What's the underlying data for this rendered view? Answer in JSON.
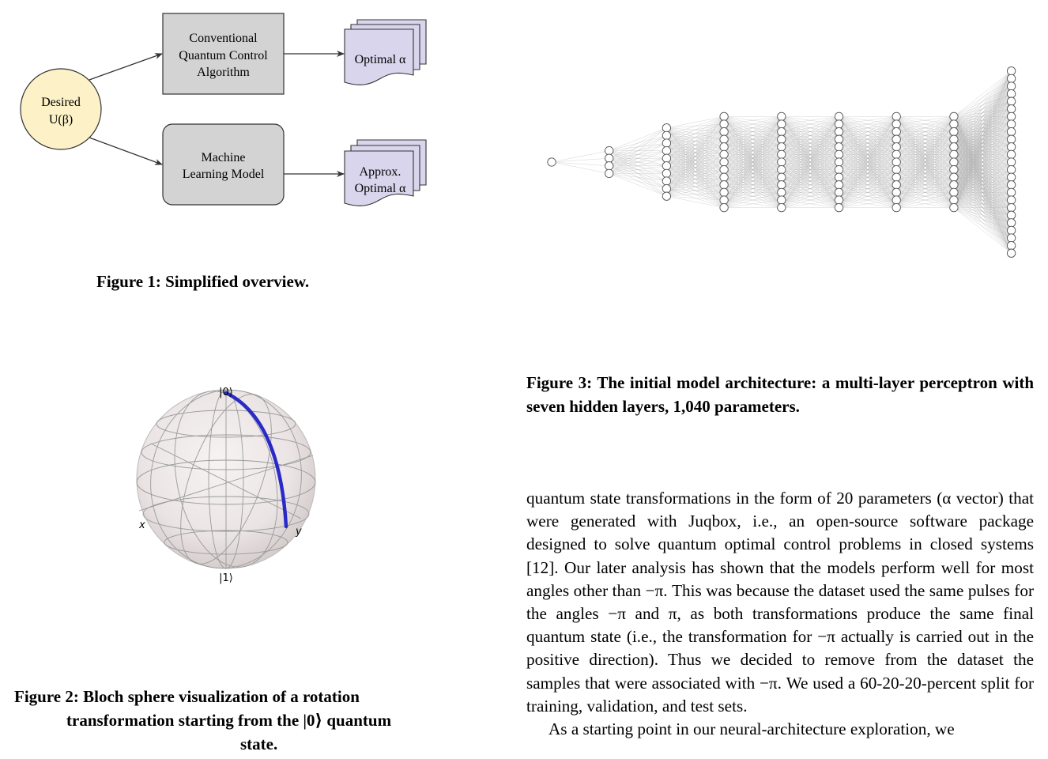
{
  "figure1": {
    "input_node": [
      "Desired",
      "U(β)"
    ],
    "top_box": [
      "Conventional",
      "Quantum Control",
      "Algorithm"
    ],
    "bottom_box": [
      "Machine",
      "Learning Model"
    ],
    "top_output": [
      "Optimal α"
    ],
    "bottom_output": [
      "Approx.",
      "Optimal α"
    ],
    "caption": "Figure 1: Simplified overview.",
    "colors": {
      "input_fill": "#fdf1c7",
      "box_fill": "#d3d3d3",
      "doc_fill": "#d9d5ec"
    }
  },
  "figure2": {
    "label_top": "|0⟩",
    "label_bottom": "|1⟩",
    "label_x": "x",
    "label_y": "y",
    "caption_lines": [
      "Figure 2: Bloch sphere visualization of a rotation",
      "transformation starting from the |0⟩ quantum",
      "state."
    ],
    "colors": {
      "trajectory": "#2a2ac8"
    }
  },
  "figure3": {
    "layer_sizes": [
      1,
      4,
      10,
      13,
      13,
      13,
      13,
      13,
      25
    ],
    "caption": "Figure 3: The initial model architecture: a multi-layer perceptron with seven hidden layers, 1,040 parameters."
  },
  "body_paragraphs": [
    "quantum state transformations in the form of 20 parameters (α vector) that were generated with Juqbox, i.e., an open-source software package designed to solve quantum optimal control problems in closed systems [12]. Our later analysis has shown that the models perform well for most angles other than −π. This was because the dataset used the same pulses for the angles −π and π, as both transformations produce the same final quantum state (i.e., the transformation for −π actually is carried out in the positive direction). Thus we decided to remove from the dataset the samples that were associated with −π. We used a 60-20-20-percent split for training, validation, and test sets.",
    "As a starting point in our neural-architecture exploration, we"
  ]
}
